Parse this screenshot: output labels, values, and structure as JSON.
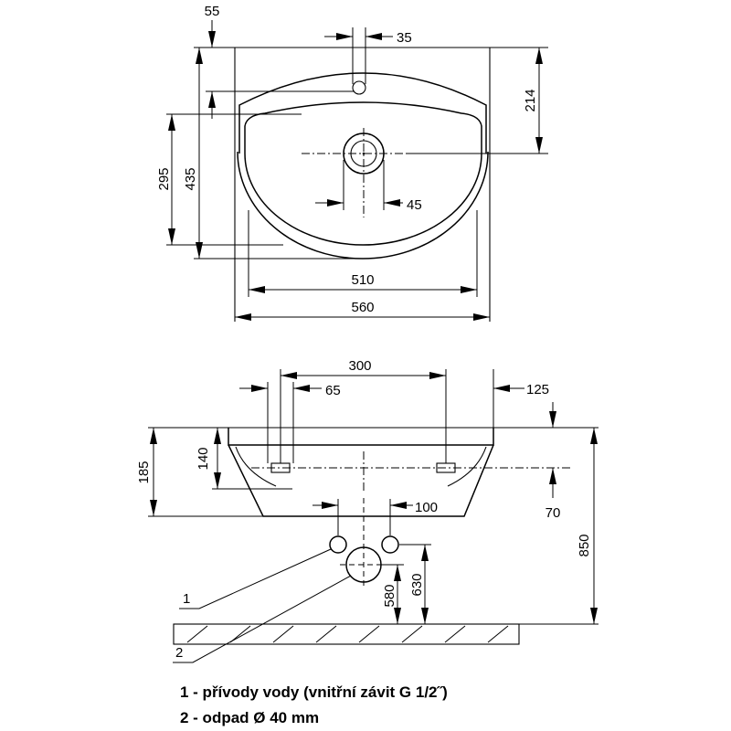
{
  "top_view": {
    "dim_55": "55",
    "dim_35": "35",
    "dim_214": "214",
    "dim_295": "295",
    "dim_435": "435",
    "dim_45": "45",
    "dim_510": "510",
    "dim_560": "560"
  },
  "front_view": {
    "dim_300": "300",
    "dim_65": "65",
    "dim_125": "125",
    "dim_185": "185",
    "dim_140": "140",
    "dim_100": "100",
    "dim_70": "70",
    "dim_850": "850",
    "dim_630": "630",
    "dim_580": "580",
    "callout_1": "1",
    "callout_2": "2"
  },
  "legend": {
    "items": [
      {
        "text": "1 - přívody vody (vnitřní závit G 1/2˝)"
      },
      {
        "text": "2 - odpad Ø 40 mm"
      }
    ]
  },
  "colors": {
    "line": "#000000",
    "background": "#ffffff"
  }
}
